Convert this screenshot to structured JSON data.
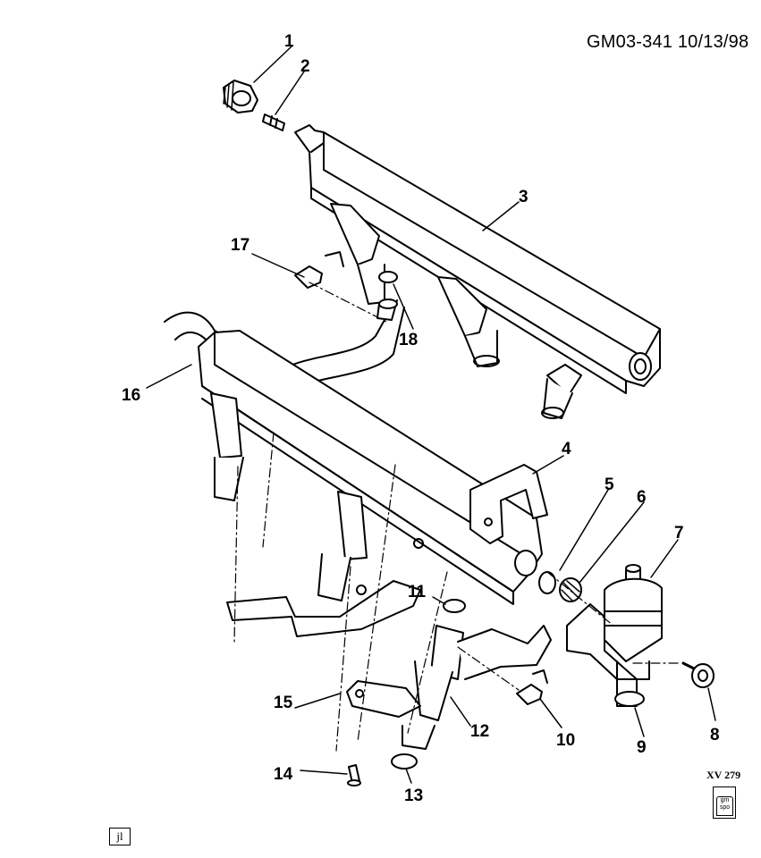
{
  "document": {
    "id_and_date": "GM03-341  10/13/98",
    "reference_code": "XV 279",
    "corner_tag": "jl",
    "logo_text": [
      "gm",
      "spo"
    ]
  },
  "callouts": [
    {
      "number": "1",
      "part": "cap"
    },
    {
      "number": "2",
      "part": "valve"
    },
    {
      "number": "3",
      "part": "fuel-rail-upper"
    },
    {
      "number": "4",
      "part": "bracket"
    },
    {
      "number": "5",
      "part": "o-ring"
    },
    {
      "number": "6",
      "part": "filter"
    },
    {
      "number": "7",
      "part": "pressure-regulator"
    },
    {
      "number": "8",
      "part": "bolt"
    },
    {
      "number": "9",
      "part": "o-ring"
    },
    {
      "number": "10",
      "part": "clip"
    },
    {
      "number": "11",
      "part": "o-ring"
    },
    {
      "number": "12",
      "part": "injector"
    },
    {
      "number": "13",
      "part": "o-ring"
    },
    {
      "number": "14",
      "part": "screw"
    },
    {
      "number": "15",
      "part": "bracket"
    },
    {
      "number": "16",
      "part": "fuel-rail-lower"
    },
    {
      "number": "17",
      "part": "clip"
    },
    {
      "number": "18",
      "part": "o-ring"
    }
  ]
}
